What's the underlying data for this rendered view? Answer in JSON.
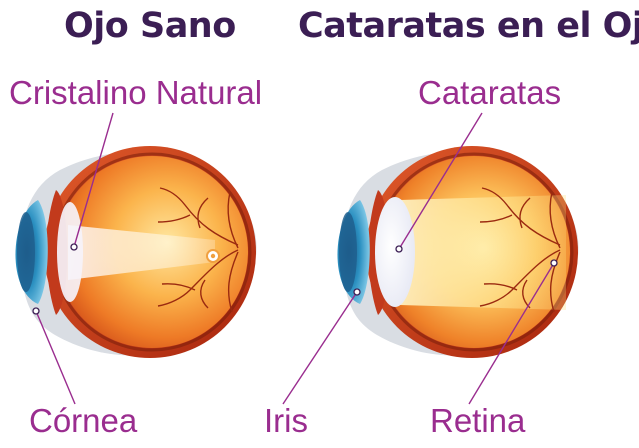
{
  "colors": {
    "title": "#3b1e54",
    "label": "#9a2d8f",
    "pointer": "#9a2d8f",
    "eyeball_light": "#ffe08a",
    "eyeball_mid": "#f7a23c",
    "eyeball_dark": "#e1561a",
    "sclera_rim": "#c23a1c",
    "cornea_blue": "#2a8fc0",
    "lens_clear": "#f4f2f7",
    "cataract_white": "#fbfbff",
    "vessel": "#9b2a10"
  },
  "healthy_eye": {
    "title": "Ojo Sano",
    "labels": {
      "lens": "Cristalino Natural",
      "cornea": "Córnea"
    }
  },
  "cataract_eye": {
    "title": "Cataratas en el Ojo",
    "labels": {
      "cataract": "Cataratas",
      "iris": "Iris",
      "retina": "Retina"
    }
  }
}
